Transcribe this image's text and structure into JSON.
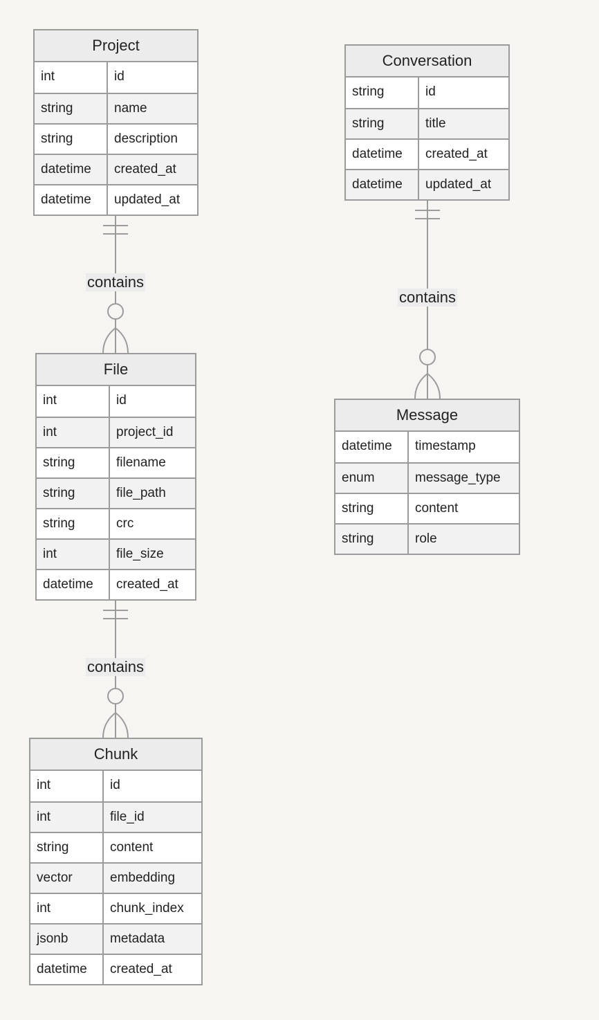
{
  "entities": [
    {
      "name": "Project",
      "attributes": [
        {
          "type": "int",
          "name": "id"
        },
        {
          "type": "string",
          "name": "name"
        },
        {
          "type": "string",
          "name": "description"
        },
        {
          "type": "datetime",
          "name": "created_at"
        },
        {
          "type": "datetime",
          "name": "updated_at"
        }
      ]
    },
    {
      "name": "File",
      "attributes": [
        {
          "type": "int",
          "name": "id"
        },
        {
          "type": "int",
          "name": "project_id"
        },
        {
          "type": "string",
          "name": "filename"
        },
        {
          "type": "string",
          "name": "file_path"
        },
        {
          "type": "string",
          "name": "crc"
        },
        {
          "type": "int",
          "name": "file_size"
        },
        {
          "type": "datetime",
          "name": "created_at"
        }
      ]
    },
    {
      "name": "Chunk",
      "attributes": [
        {
          "type": "int",
          "name": "id"
        },
        {
          "type": "int",
          "name": "file_id"
        },
        {
          "type": "string",
          "name": "content"
        },
        {
          "type": "vector",
          "name": "embedding"
        },
        {
          "type": "int",
          "name": "chunk_index"
        },
        {
          "type": "jsonb",
          "name": "metadata"
        },
        {
          "type": "datetime",
          "name": "created_at"
        }
      ]
    },
    {
      "name": "Conversation",
      "attributes": [
        {
          "type": "string",
          "name": "id"
        },
        {
          "type": "string",
          "name": "title"
        },
        {
          "type": "datetime",
          "name": "created_at"
        },
        {
          "type": "datetime",
          "name": "updated_at"
        }
      ]
    },
    {
      "name": "Message",
      "attributes": [
        {
          "type": "datetime",
          "name": "timestamp"
        },
        {
          "type": "enum",
          "name": "message_type"
        },
        {
          "type": "string",
          "name": "content"
        },
        {
          "type": "string",
          "name": "role"
        }
      ]
    }
  ],
  "relationships": [
    {
      "from": "Project",
      "to": "File",
      "label": "contains",
      "from_cardinality": "exactly-one",
      "to_cardinality": "zero-or-many"
    },
    {
      "from": "File",
      "to": "Chunk",
      "label": "contains",
      "from_cardinality": "exactly-one",
      "to_cardinality": "zero-or-many"
    },
    {
      "from": "Conversation",
      "to": "Message",
      "label": "contains",
      "from_cardinality": "exactly-one",
      "to_cardinality": "zero-or-many"
    }
  ],
  "colors": {
    "background": "#f6f5f2",
    "border": "#9b9b9b",
    "header": "#ececec",
    "alt_row": "#f2f2f2",
    "text": "#222222"
  }
}
